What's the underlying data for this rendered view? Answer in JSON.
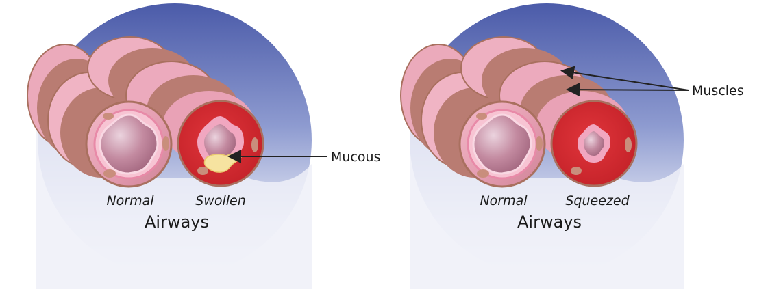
{
  "panels": [
    {
      "label_left": "Normal",
      "label_right": "Swollen",
      "caption": "Airways"
    },
    {
      "label_left": "Normal",
      "label_right": "Squeezed",
      "caption": "Airways"
    }
  ],
  "callouts": {
    "mucous": "Mucous",
    "muscles": "Muscles"
  },
  "colors": {
    "sky_top": "#4f5fae",
    "sky_bottom": "#ffffff",
    "tissue_pink": "#e9a3b5",
    "muscle_band": "#b97c72",
    "swollen_red": "#d3262c",
    "lumen": "#b4788f",
    "mucus": "#f6e3a0"
  }
}
